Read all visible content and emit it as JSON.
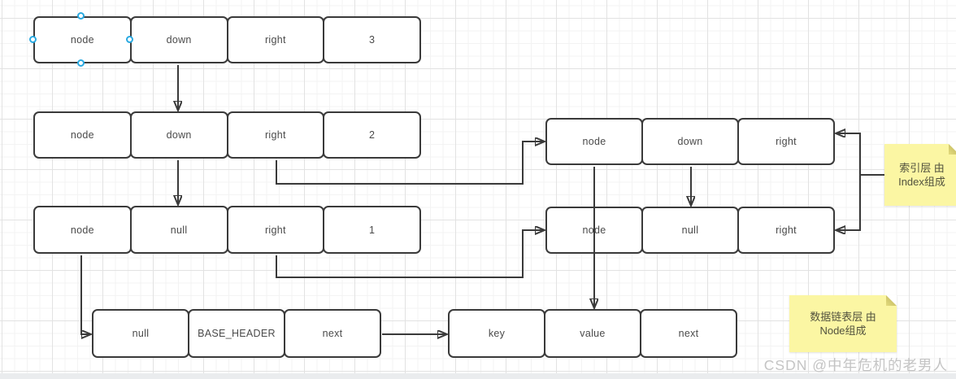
{
  "diagram": {
    "description": "Skip list structure diagram: index layers of Index nodes pointing down/right, base data linked list of Nodes",
    "stroke_color": "#3a3a3a",
    "note_color": "#fbf6a3",
    "selection_handle_color": "#29a9e1",
    "boxes": {
      "index_head_l3": {
        "cells": [
          "node",
          "down",
          "right",
          "3"
        ],
        "selected": true
      },
      "index_head_l2": {
        "cells": [
          "node",
          "down",
          "right",
          "2"
        ]
      },
      "index_head_l1": {
        "cells": [
          "node",
          "null",
          "right",
          "1"
        ]
      },
      "base_header": {
        "cells": [
          "null",
          "BASE_HEADER",
          "next"
        ]
      },
      "data_node": {
        "cells": [
          "key",
          "value",
          "next"
        ]
      },
      "index_node_l2": {
        "cells": [
          "node",
          "down",
          "right"
        ]
      },
      "index_node_l1": {
        "cells": [
          "node",
          "null",
          "right"
        ]
      }
    },
    "notes": {
      "index_layer": {
        "lines": [
          "索引层 由",
          "Index组成"
        ]
      },
      "data_layer": {
        "lines": [
          "数据链表层 由",
          "Node组成"
        ]
      }
    }
  },
  "watermark": "CSDN @中年危机的老男人"
}
